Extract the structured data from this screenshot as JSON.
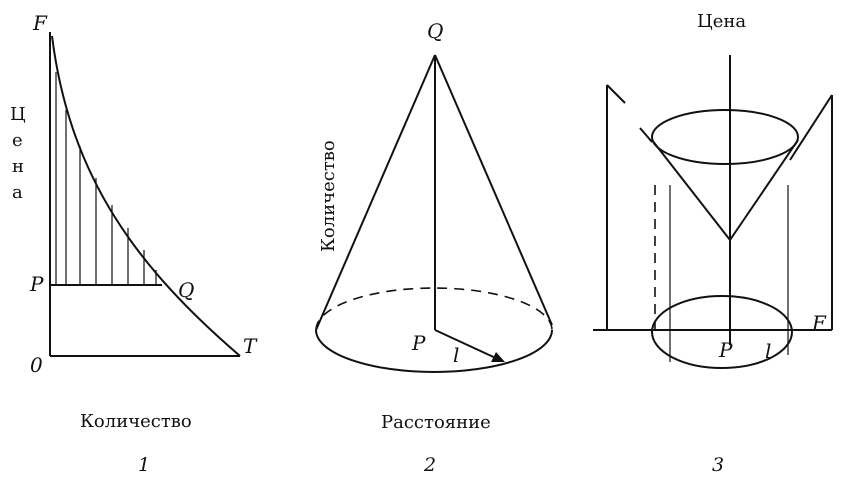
{
  "figure1": {
    "label_F": "F",
    "label_P": "P",
    "label_Q": "Q",
    "label_T": "T",
    "label_origin": "0",
    "y_axis_label": [
      "Ц",
      "е",
      "н",
      "а"
    ],
    "x_axis_label": "Количество",
    "number": "1"
  },
  "figure2": {
    "label_Q": "Q",
    "label_P": "P",
    "label_l": "l",
    "side_label": "Количество",
    "bottom_label": "Расстояние",
    "number": "2"
  },
  "figure3": {
    "top_label": "Цена",
    "label_P": "P",
    "label_l": "l",
    "label_F": "F",
    "number": "3"
  }
}
